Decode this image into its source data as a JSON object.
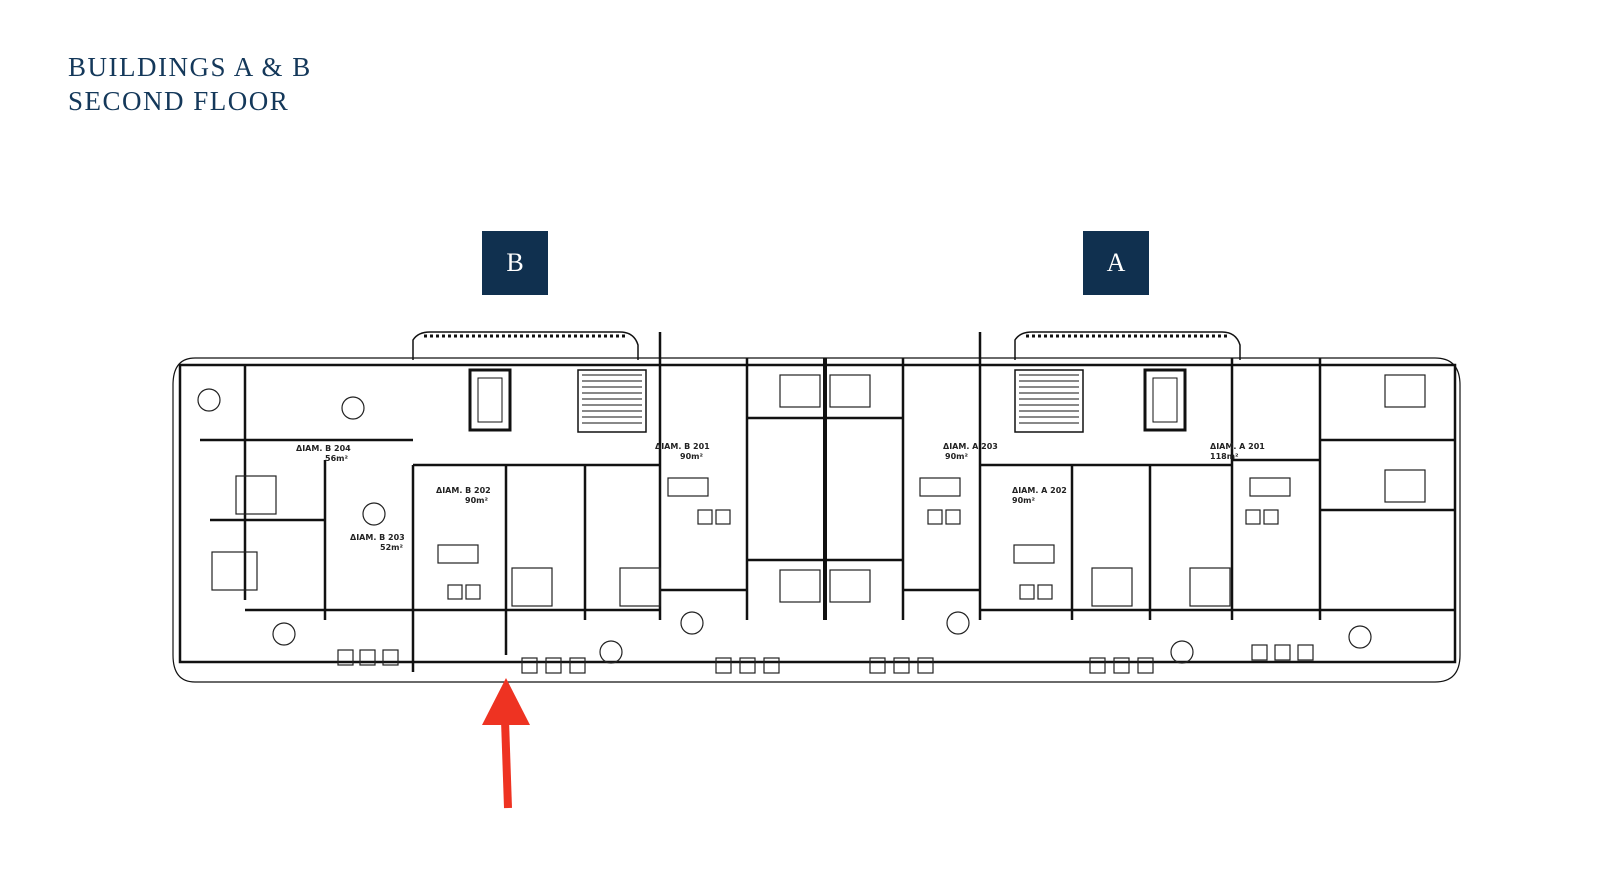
{
  "title": {
    "line1": "BUILDINGS A & B",
    "line2": "SECOND FLOOR"
  },
  "buildings": [
    {
      "id": "B",
      "label": "B"
    },
    {
      "id": "A",
      "label": "A"
    }
  ],
  "units": [
    {
      "name": "ΔIAM. B 204",
      "area": "56m²"
    },
    {
      "name": "ΔIAM. B 203",
      "area": "52m²"
    },
    {
      "name": "ΔIAM. B 202",
      "area": "90m²"
    },
    {
      "name": "ΔIAM. B 201",
      "area": "90m²"
    },
    {
      "name": "ΔIAM. A 203",
      "area": "90m²"
    },
    {
      "name": "ΔIAM. A 202",
      "area": "90m²"
    },
    {
      "name": "ΔIAM. A 201",
      "area": "118m²"
    }
  ],
  "colors": {
    "title": "#14385a",
    "badge": "#10304f",
    "arrow": "#ee3322",
    "walls": "#111111"
  },
  "annotation": {
    "arrow_direction": "up",
    "target_unit": "ΔIAM. B 202"
  }
}
